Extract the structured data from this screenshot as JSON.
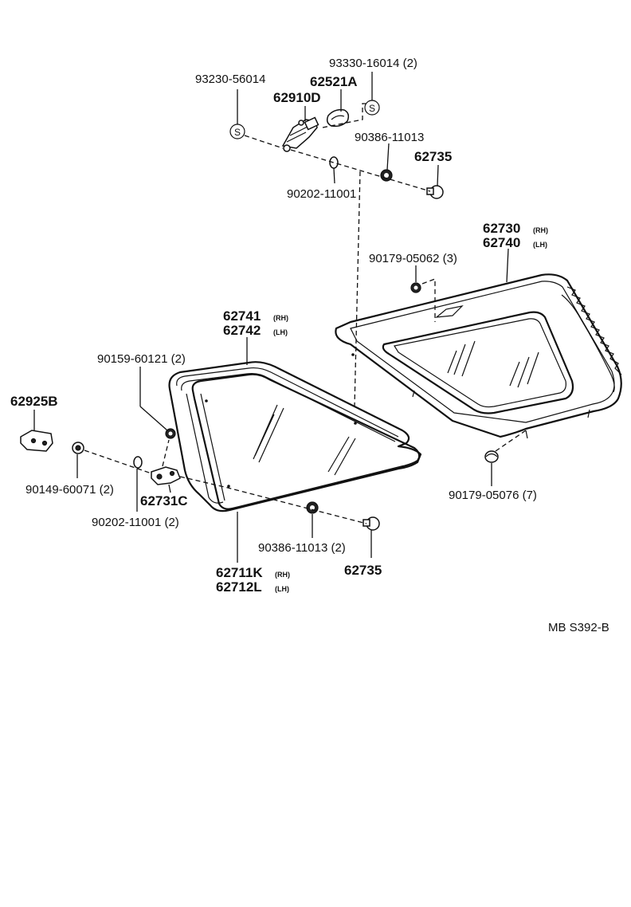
{
  "diagram_code": "MB S392-B",
  "labels": {
    "p93230": "93230-56014",
    "p93330": "93330-16014 (2)",
    "p62521A": "62521A",
    "p62910D": "62910D",
    "p90386_top": "90386-11013",
    "p62735_top": "62735",
    "p90202_top": "90202-11001",
    "p62730": "62730",
    "p62740": "62740",
    "p90179_05062": "90179-05062 (3)",
    "p62741": "62741",
    "p62742": "62742",
    "p90159": "90159-60121 (2)",
    "p62925B": "62925B",
    "p90149": "90149-60071 (2)",
    "p62731C": "62731C",
    "p90202_bottom": "90202-11001 (2)",
    "p90179_05076": "90179-05076 (7)",
    "p90386_bottom": "90386-11013 (2)",
    "p62735_bottom": "62735",
    "p62711K": "62711K",
    "p62712L": "62712L"
  },
  "side_marks": {
    "rh": "(RH)",
    "lh": "(LH)"
  },
  "symbols": {
    "s": "S"
  }
}
